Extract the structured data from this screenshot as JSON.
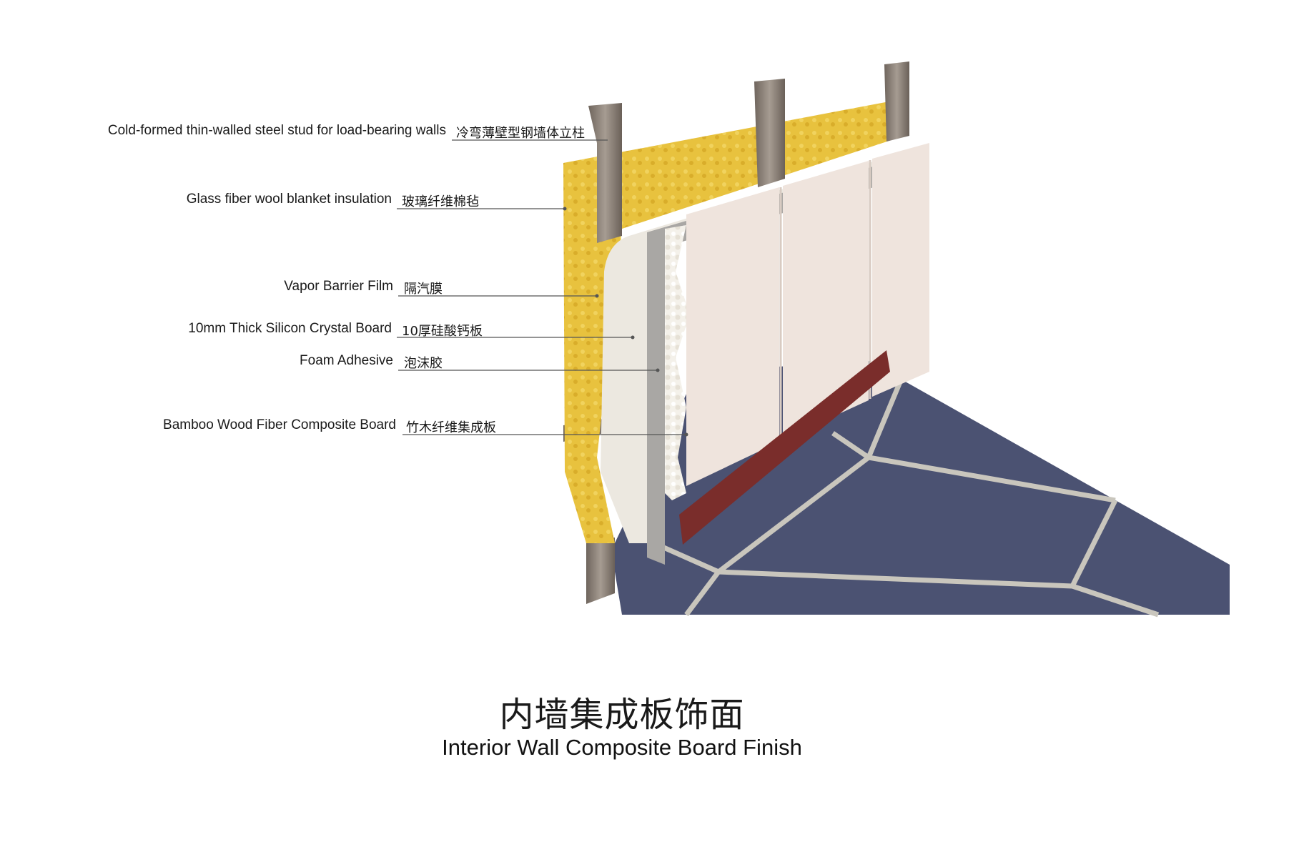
{
  "labels": [
    {
      "en": "Cold-formed thin-walled steel stud for load-bearing walls",
      "zh": "冷弯薄壁型钢墙体立柱"
    },
    {
      "en": "Glass fiber wool blanket insulation",
      "zh": "玻璃纤维棉毡"
    },
    {
      "en": "Vapor Barrier Film",
      "zh": "隔汽膜"
    },
    {
      "en": "10mm Thick Silicon Crystal Board",
      "zh": "10厚硅酸钙板"
    },
    {
      "en": "Foam Adhesive",
      "zh": "泡沫胶"
    },
    {
      "en": "Bamboo Wood Fiber Composite Board",
      "zh": "竹木纤维集成板"
    }
  ],
  "title": {
    "zh": "内墙集成板饰面",
    "en": "Interior Wall Composite Board Finish"
  },
  "colors": {
    "insulation": "#e8c23e",
    "steel": "#8a7f76",
    "vapor_barrier": "#ece8e0",
    "silicon_board": "#a9a7a4",
    "foam": "#f7f5ef",
    "composite_board": "#efe4dd",
    "baseboard": "#7a2d2b",
    "floor_tile": "#4b5272",
    "grout": "#c9c6bd"
  }
}
